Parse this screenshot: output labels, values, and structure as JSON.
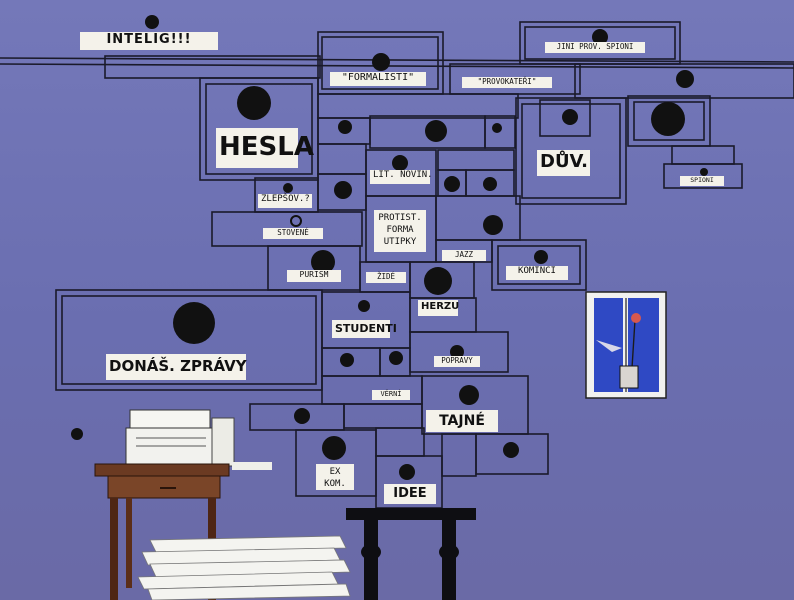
{
  "labels": {
    "intelig": "INTELIG!!!",
    "formalisti": "\"FORMALISTI\"",
    "jini_prov": "JINI PROV. SPIONI",
    "provokater": "\"PROVOKATEŘI\"",
    "hesla": "HESLA",
    "duv": "DŮV.",
    "lit_novin": "LIT. NOVIN.",
    "spioni": "SPIONI",
    "zlepsov": "ZLEPŠOV.?",
    "protist": "PROTIST. FORMA UTIPKY",
    "stovene": "STOVENÉ",
    "jazz": "JAZZ",
    "purism": "PURISM",
    "zide": "ŽIDÉ",
    "kominci": "KOMINCI",
    "herzu": "HERZU",
    "studenti": "STUDENTI",
    "donas": "DONÁŠ. ZPRÁVY",
    "popravy": "POPRAVY",
    "verni": "VĚRNÍ",
    "tajne": "TAJNÉ",
    "ex_kom": "EX KOM.",
    "idee": "IDEE"
  },
  "colors": {
    "wall": "#6f73b4",
    "cabinet_line": "#1a1a2a",
    "label_paper": "#f4f2ea",
    "table_wood": "#6b3a22",
    "window_sky": "#2f49c4"
  },
  "icons": {
    "printer": "printer-icon",
    "window": "window-icon",
    "flower": "flower-icon",
    "paper_stack": "paper-stack-icon"
  }
}
